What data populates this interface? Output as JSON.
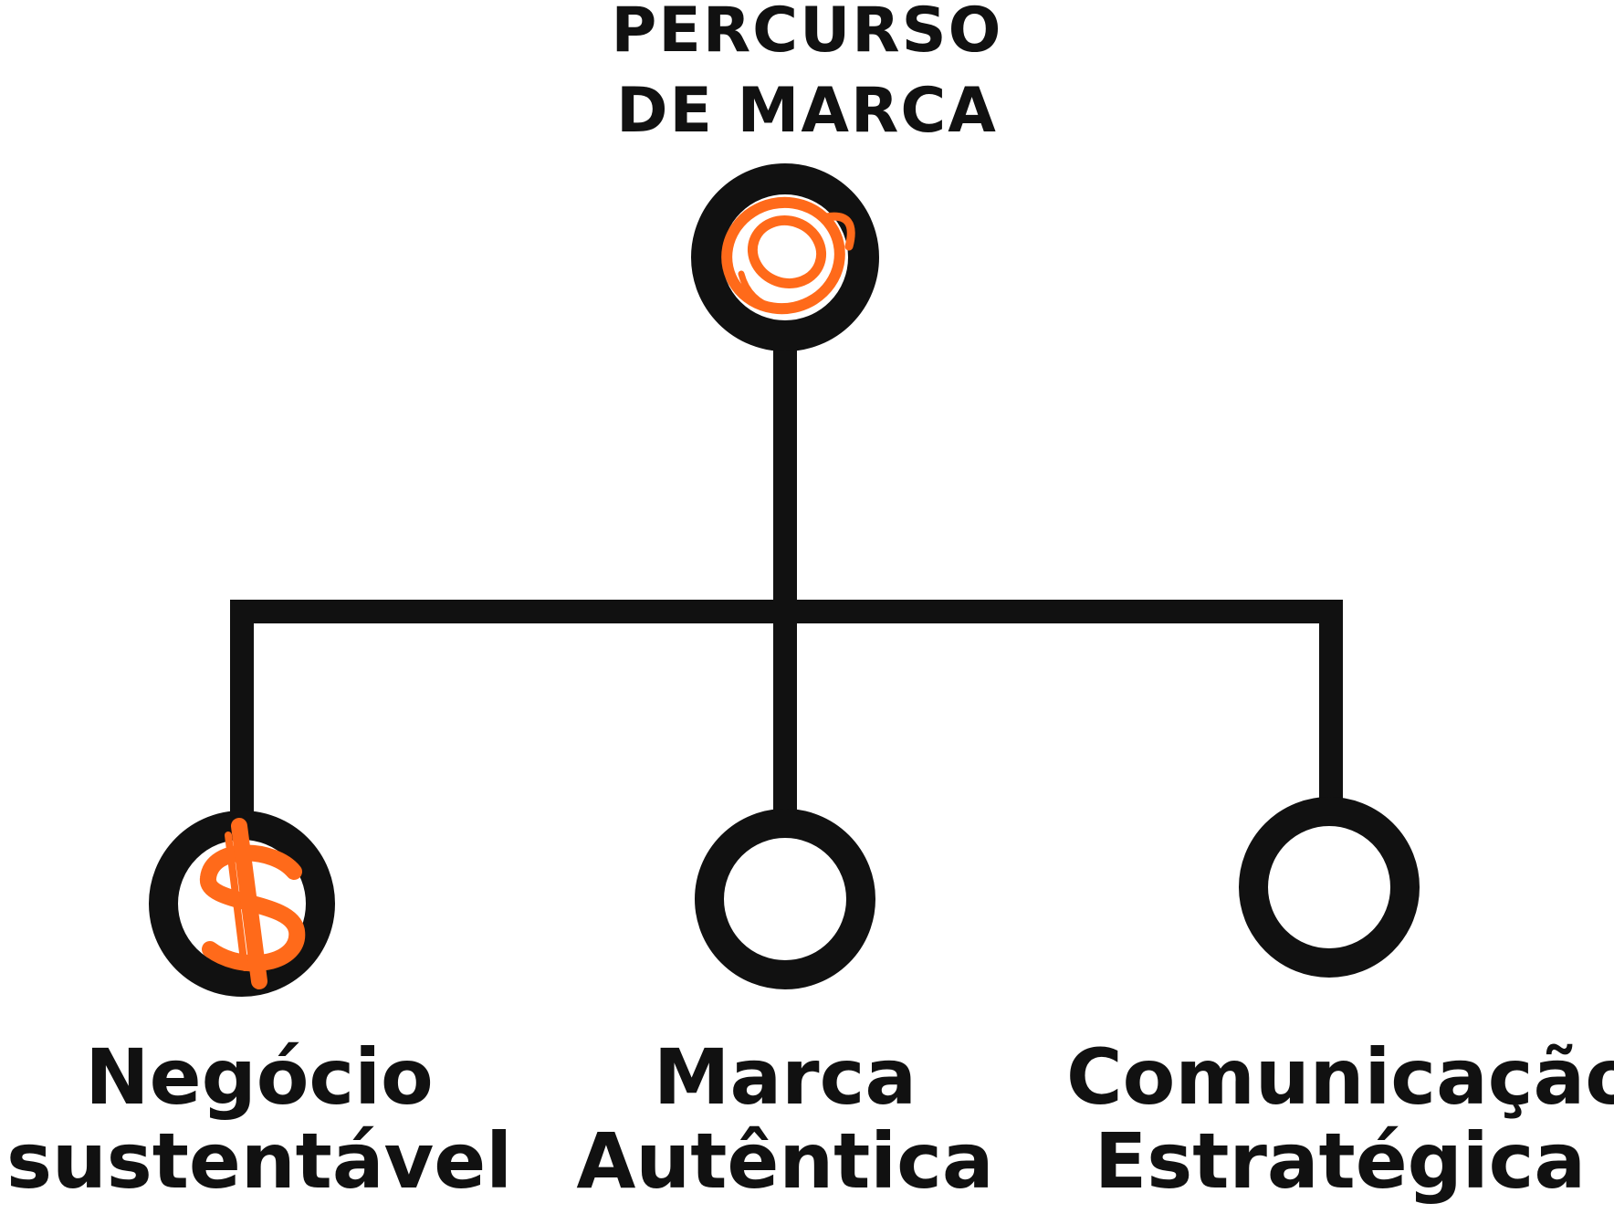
{
  "colors": {
    "ink": "#111111",
    "accent": "#ff6a1a",
    "paper": "#ffffff"
  },
  "root": {
    "title_line1": "PERCURSO",
    "title_line2": "DE MARCA",
    "icon": "target-icon"
  },
  "children": [
    {
      "line1": "Negócio",
      "line2": "sustentável",
      "icon": "dollar-icon"
    },
    {
      "line1": "Marca",
      "line2": "Autêntica",
      "icon": "empty-circle-icon"
    },
    {
      "line1": "Comunicação",
      "line2": "Estratégica",
      "icon": "empty-circle-icon"
    }
  ]
}
